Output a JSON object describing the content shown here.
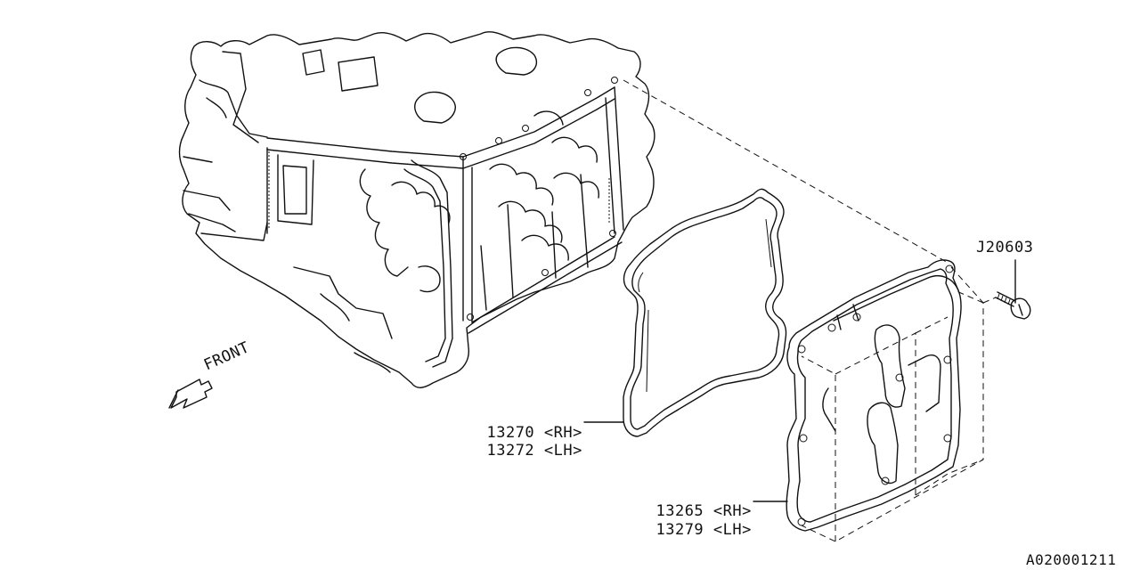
{
  "diagram": {
    "front_label": "FRONT",
    "callouts": [
      {
        "part": "13270",
        "side": "<RH>"
      },
      {
        "part": "13272",
        "side": "<LH>"
      },
      {
        "part": "13265",
        "side": "<RH>"
      },
      {
        "part": "13279",
        "side": "<LH>"
      }
    ],
    "bolt_part": "J20603",
    "figure_code": "A020001211"
  }
}
